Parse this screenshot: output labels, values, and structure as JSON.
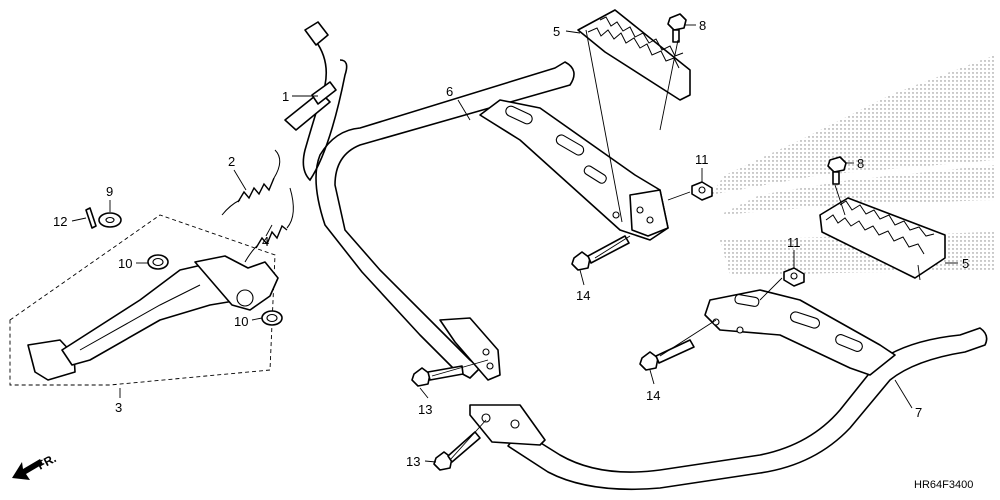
{
  "diagram_code": "HR64F3400",
  "direction_marker": "FR.",
  "callouts": [
    {
      "id": "c1",
      "text": "1"
    },
    {
      "id": "c2",
      "text": "2"
    },
    {
      "id": "c3",
      "text": "3"
    },
    {
      "id": "c4",
      "text": "4"
    },
    {
      "id": "c5a",
      "text": "5"
    },
    {
      "id": "c5b",
      "text": "5"
    },
    {
      "id": "c6",
      "text": "6"
    },
    {
      "id": "c7",
      "text": "7"
    },
    {
      "id": "c8a",
      "text": "8"
    },
    {
      "id": "c8b",
      "text": "8"
    },
    {
      "id": "c9",
      "text": "9"
    },
    {
      "id": "c10a",
      "text": "10"
    },
    {
      "id": "c10b",
      "text": "10"
    },
    {
      "id": "c11a",
      "text": "11"
    },
    {
      "id": "c11b",
      "text": "11"
    },
    {
      "id": "c12",
      "text": "12"
    },
    {
      "id": "c13a",
      "text": "13"
    },
    {
      "id": "c13b",
      "text": "13"
    },
    {
      "id": "c14a",
      "text": "14"
    },
    {
      "id": "c14b",
      "text": "14"
    }
  ],
  "colors": {
    "line": "#000000",
    "background": "#ffffff",
    "watermark_dots": "#555555"
  }
}
